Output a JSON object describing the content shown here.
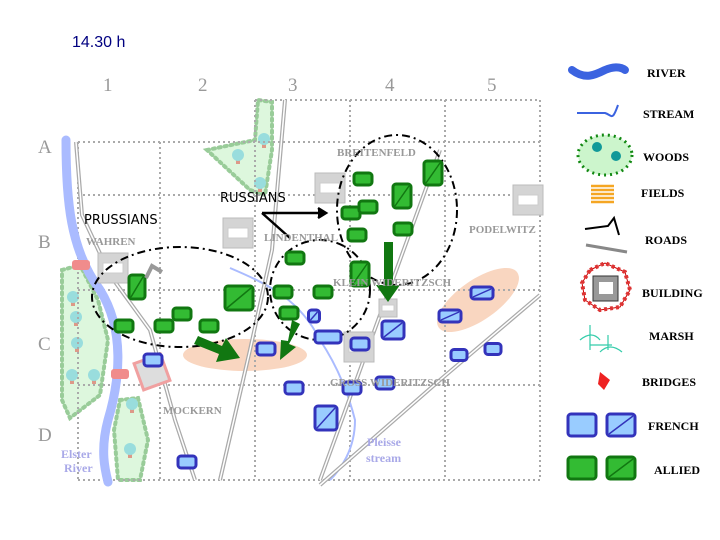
{
  "time": "14.30 h",
  "columns": [
    "1",
    "2",
    "3",
    "4",
    "5"
  ],
  "rows": [
    "A",
    "B",
    "C",
    "D"
  ],
  "places": {
    "breitenfeld": "BREITENFELD",
    "lindenthal": "LINDENTHAL",
    "podelwitz": "PODELWITZ",
    "wahren": "WAHREN",
    "klein_wideritzsch": "KLEIN WIDERITZSCH",
    "gross_wideritzsch": "GROSS WIDERITZSCH",
    "mockern": "MOCKERN",
    "elster_1": "Elster",
    "elster_2": "River",
    "pleisse_1": "Pleisse",
    "pleisse_2": "stream"
  },
  "armies": {
    "russians": "RUSSIANS",
    "prussians": "PRUSSIANS"
  },
  "legend": [
    "RIVER",
    "STREAM",
    "WOODS",
    "FIELDS",
    "ROADS",
    "BUILDING",
    "MARSH",
    "BRIDGES",
    "FRENCH",
    "ALLIED"
  ],
  "colors": {
    "french_fill": "#99ccff",
    "french_border": "#3333bb",
    "allied_fill": "#33bb33",
    "allied_border": "#117711",
    "river": "#aabbff",
    "field": "#f9d6c0",
    "woods": "#ddf7dd"
  }
}
